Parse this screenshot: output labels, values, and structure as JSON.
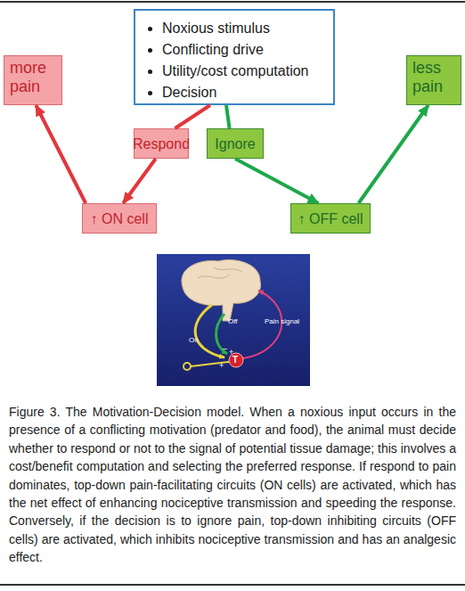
{
  "diagram": {
    "caption": "Figure 3. The Motivation-Decision model. When a noxious input occurs in the presence of a conflicting motivation (predator and food), the animal must decide whether to respond or not to the signal of potential tissue damage; this involves a cost/benefit computation and selecting the preferred response. If respond to pain dominates, top-down pain-facilitating circuits (ON cells) are activated, which has the net effect of enhancing nociceptive transmission and speeding the response. Conversely, if the decision is to ignore pain, top-down inhibiting circuits (OFF cells) are activated, which inhibits nociceptive transmission and has an analgesic effect.",
    "nodes": [
      {
        "text": [
          "Noxious stimulus",
          "Conflicting drive",
          "Utility/cost computation",
          "Decision"
        ]
      },
      {
        "text": [
          "more pain"
        ]
      },
      {
        "text": [
          "less pain"
        ]
      },
      {
        "text": [
          "Respond"
        ]
      },
      {
        "text": [
          "Ignore"
        ]
      },
      {
        "text": [
          "↑ ON cell"
        ]
      },
      {
        "text": [
          "↑ OFF cell"
        ]
      }
    ],
    "edges": [
      {
        "from": 0,
        "to": 3,
        "arrow": "none"
      },
      {
        "from": 3,
        "to": 5,
        "arrow": "to"
      },
      {
        "from": 5,
        "to": 1,
        "arrow": "to"
      },
      {
        "from": 0,
        "to": 4,
        "arrow": "none"
      },
      {
        "from": 4,
        "to": 6,
        "arrow": "to"
      },
      {
        "from": 6,
        "to": 2,
        "arrow": "to"
      }
    ],
    "labels": [
      "Off",
      "On",
      "Pain signal",
      "T",
      "–",
      "+",
      "+"
    ]
  }
}
